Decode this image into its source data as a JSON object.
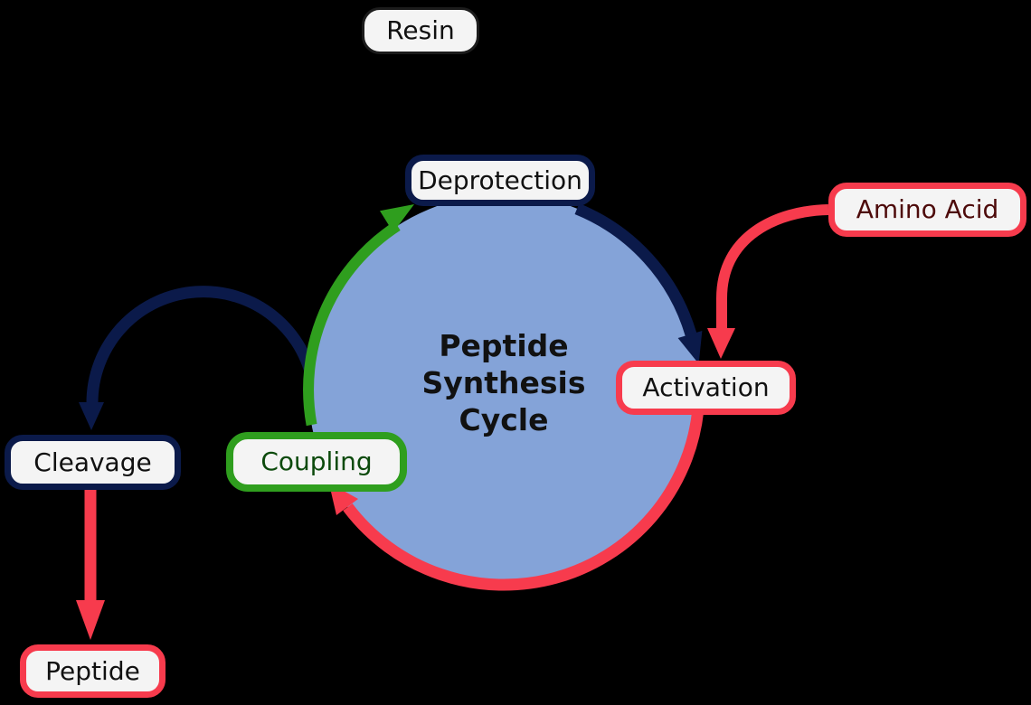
{
  "title": "Peptide Synthesis Cycle",
  "nodes": {
    "resin": "Resin",
    "deprotection": "Deprotection",
    "amino_acid": "Amino Acid",
    "activation": "Activation",
    "coupling": "Coupling",
    "cleavage": "Cleavage",
    "peptide": "Peptide"
  },
  "colors": {
    "background": "#000000",
    "cycle_fill": "#84a3d8",
    "navy": "#0b1a4a",
    "red": "#f73b4d",
    "green": "#2f9e1e",
    "box_fill": "#f4f4f4",
    "label_text": "#111111",
    "amino_acid_text": "#4d0a0a",
    "coupling_text": "#0c4a0c"
  }
}
